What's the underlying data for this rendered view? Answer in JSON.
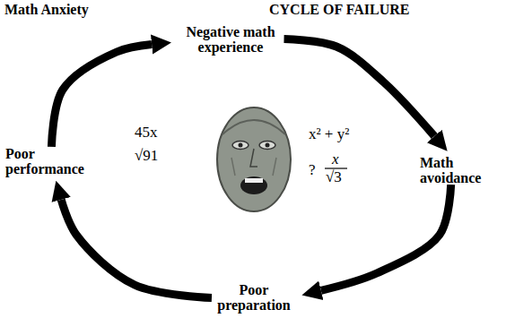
{
  "diagram": {
    "title": "CYCLE OF FAILURE",
    "nodes": [
      {
        "text": [
          "Negative math experience"
        ]
      },
      {
        "text": [
          "Math avoidance"
        ]
      },
      {
        "text": [
          "Poor preparation"
        ]
      },
      {
        "text": [
          "Poor performance"
        ]
      }
    ],
    "edges": [
      {
        "from": 0,
        "to": 1,
        "arrow": "to"
      },
      {
        "from": 1,
        "to": 2,
        "arrow": "to"
      },
      {
        "from": 2,
        "to": 3,
        "arrow": "to"
      },
      {
        "from": 3,
        "to": 0,
        "arrow": "to"
      }
    ],
    "labels": [
      "Math Anxiety",
      "45x",
      "√91",
      "x² + y²",
      "?",
      "x",
      "√3"
    ]
  }
}
